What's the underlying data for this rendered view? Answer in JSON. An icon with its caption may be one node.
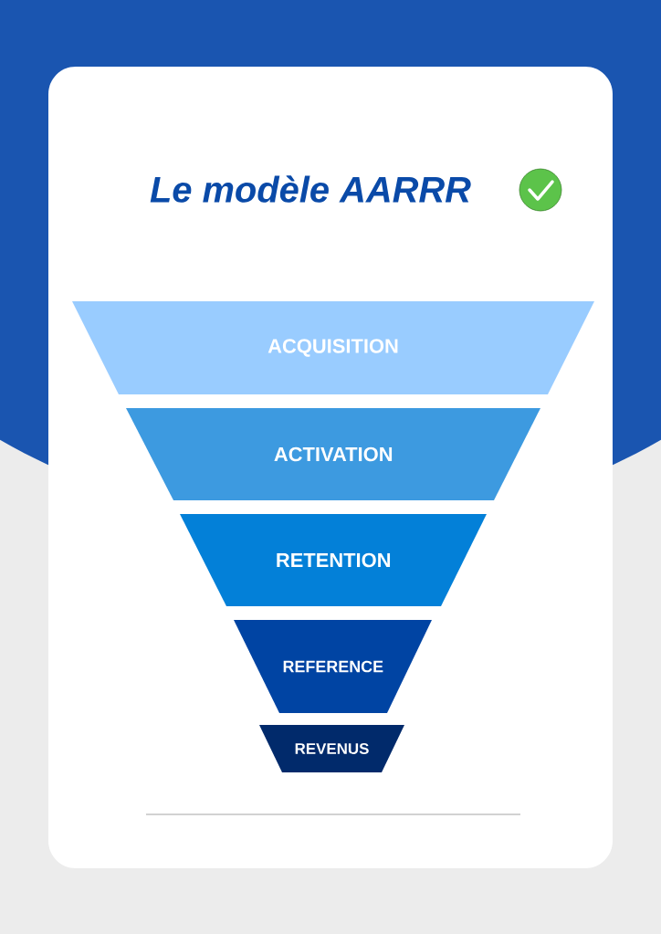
{
  "diagram": {
    "title": "Le modèle AARRR",
    "nodes": [
      {
        "text": [
          "ACQUISITION"
        ]
      },
      {
        "text": [
          "ACTIVATION"
        ]
      },
      {
        "text": [
          "RETENTION"
        ]
      },
      {
        "text": [
          "REFERENCE"
        ]
      },
      {
        "text": [
          "REVENUS"
        ]
      }
    ]
  }
}
